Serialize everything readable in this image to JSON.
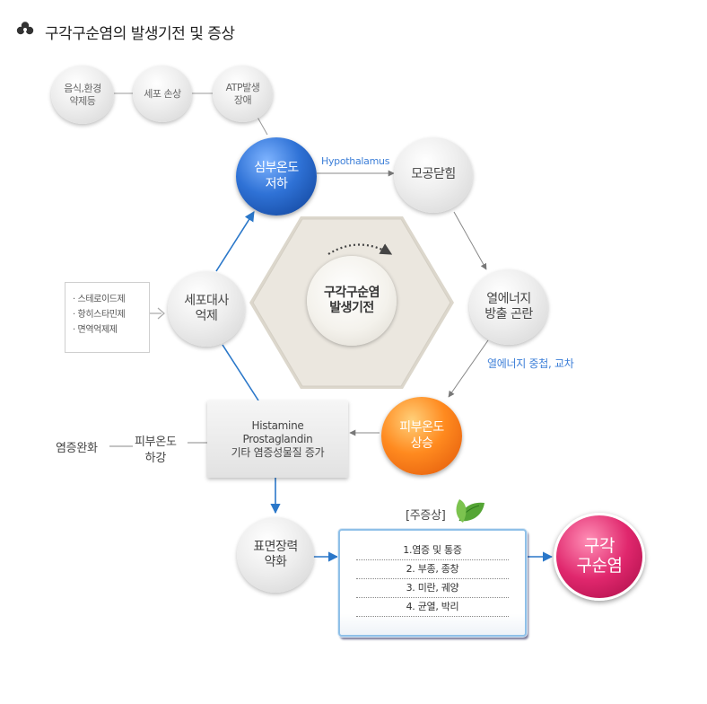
{
  "title": "구각구순염의 발생기전 및 증상",
  "center": "구각구순염\n발생기전",
  "nodes": {
    "food": "음식,환경\n약제등",
    "cell_damage": "세포 손상",
    "atp": "ATP발생\n장애",
    "core_temp_low": "심부온도\n저하",
    "pore_close": "모공닫힘",
    "heat_release": "열에너지\n방출 곤란",
    "skin_temp_rise": "피부온도\n상승",
    "cell_metab": "세포대사\n억제",
    "surface_weak": "표면장력\n약화",
    "result": "구각\n구순염"
  },
  "edge_labels": {
    "hypothalamus": "Hypothalamus",
    "heat_overlap": "열에너지 중첩, 교차"
  },
  "side_list": [
    "· 스테로이드제",
    "· 항히스타민제",
    "· 면역억제제"
  ],
  "histamine": [
    "Histamine",
    "Prostaglandin",
    "기타 염증성물질 증가"
  ],
  "skin_temp_fall": "피부온도\n하강",
  "inflammation_relief": "염증완화",
  "symptoms": {
    "label": "[주증상]",
    "items": [
      "1.염증 및 통증",
      "2. 부종, 종창",
      "3. 미란, 궤양",
      "4. 균열, 박리"
    ]
  },
  "colors": {
    "arrow_blue": "#2a77c9",
    "arrow_gray": "#888888",
    "blue_node": "#2f72d6",
    "orange_node": "#ff8a1f",
    "pink_node": "#e0276d"
  }
}
